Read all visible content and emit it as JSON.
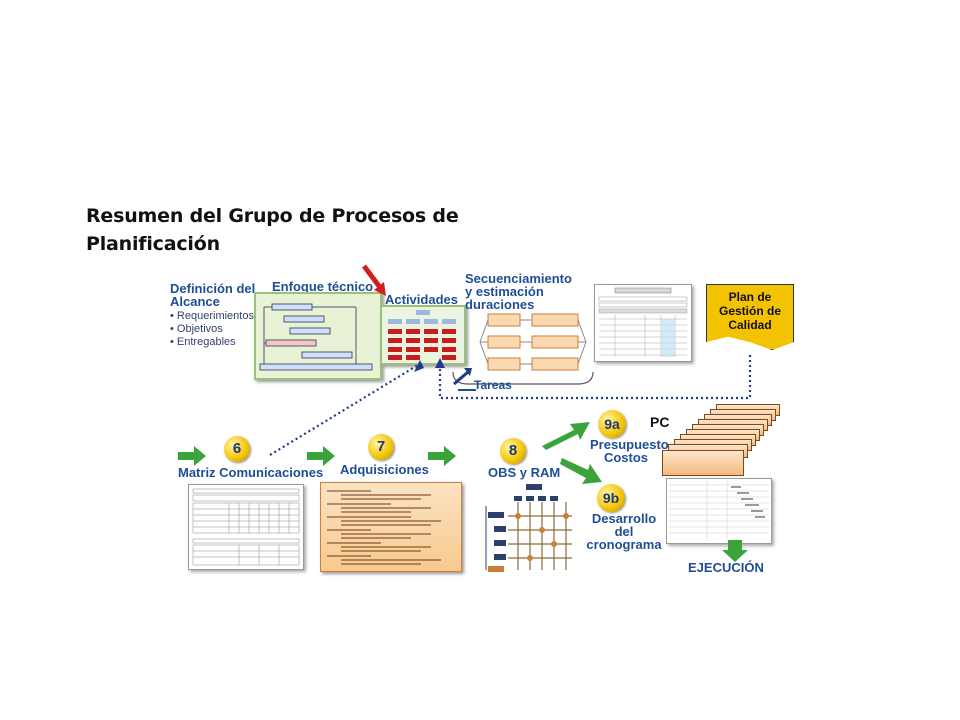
{
  "title": "Resumen del Grupo de Procesos de Planificación",
  "scope": {
    "heading": "Definición del Alcance",
    "items": [
      "Requerimientos",
      "Objetivos",
      "Entregables"
    ]
  },
  "enfoque": {
    "heading": "Enfoque técnico"
  },
  "actividades": {
    "heading": "Actividades"
  },
  "secuenciamiento": {
    "heading": "Secuenciamiento y estimación duraciones"
  },
  "tareas": {
    "label": "Tareas"
  },
  "calidad": {
    "label": "Plan de Gestión de Calidad"
  },
  "steps": {
    "s6": {
      "num": "6",
      "label": "Matriz Comunicaciones"
    },
    "s7": {
      "num": "7",
      "label": "Adquisiciones"
    },
    "s8": {
      "num": "8",
      "label": "OBS y RAM"
    },
    "s9a": {
      "num": "9a",
      "label": "Presupuesto Costos"
    },
    "s9b": {
      "num": "9b",
      "label": "Desarrollo del cronograma"
    }
  },
  "pc": {
    "label": "PC"
  },
  "ejecucion": {
    "label": "EJECUCIÓN"
  },
  "colors": {
    "blue": "#1f4e96",
    "green": "#3aa33a",
    "yellow": "#f3c200",
    "orange": "#f8c98e",
    "red": "#d11f1f"
  }
}
